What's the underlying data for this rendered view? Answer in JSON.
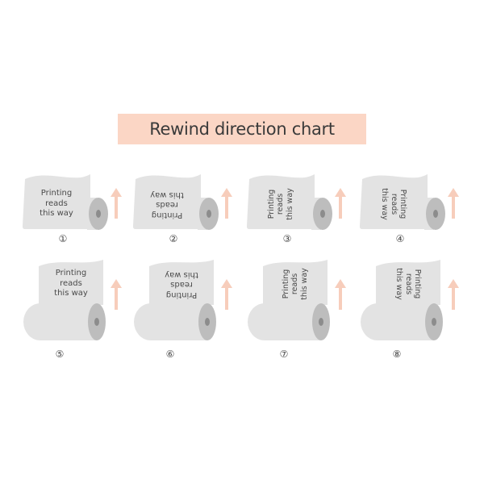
{
  "title": "Rewind direction chart",
  "print_text": [
    "Printing",
    "reads",
    "this way"
  ],
  "colors": {
    "title_background": "#fbd6c5",
    "paper": "#e3e3e3",
    "roll_side": "#bdbdbd",
    "roll_core": "#8c8c8c",
    "arrow": "#f7cdbb",
    "text": "#4a4a4a"
  },
  "figures": [
    {
      "number": "①",
      "roll": "small",
      "text_rotation": 0,
      "arrow": "up-arrow-icon"
    },
    {
      "number": "②",
      "roll": "small",
      "text_rotation": 180,
      "arrow": "up-arrow-icon"
    },
    {
      "number": "③",
      "roll": "small",
      "text_rotation": -90,
      "arrow": "up-arrow-icon"
    },
    {
      "number": "④",
      "roll": "small",
      "text_rotation": 90,
      "arrow": "up-arrow-icon"
    },
    {
      "number": "⑤",
      "roll": "large",
      "text_rotation": 0,
      "arrow": "up-arrow-icon"
    },
    {
      "number": "⑥",
      "roll": "large",
      "text_rotation": 180,
      "arrow": "up-arrow-icon"
    },
    {
      "number": "⑦",
      "roll": "large",
      "text_rotation": -90,
      "arrow": "up-arrow-icon"
    },
    {
      "number": "⑧",
      "roll": "large",
      "text_rotation": 90,
      "arrow": "up-arrow-icon"
    }
  ]
}
